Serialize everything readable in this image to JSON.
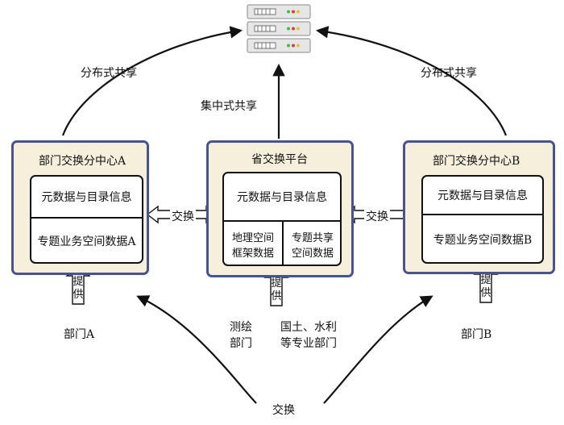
{
  "server": {
    "icon": "server-rack-icon"
  },
  "labels": {
    "distributed_left": "分布式共享",
    "distributed_right": "分布式共享",
    "centralized": "集中式共享",
    "exchange_left": "交换",
    "exchange_right": "交换",
    "exchange_bottom": "交换"
  },
  "center_a": {
    "title": "部门交换分中心A",
    "row1": "元数据与目录信息",
    "row2": "专题业务空间数据A",
    "provide_1": "提",
    "provide_2": "供",
    "source": "部门A"
  },
  "platform": {
    "title": "省交换平台",
    "row1": "元数据与目录信息",
    "cell_left_1": "地理空间",
    "cell_left_2": "框架数据",
    "cell_right_1": "专题共享",
    "cell_right_2": "空间数据",
    "provide_1": "提",
    "provide_2": "供",
    "source_left_1": "测绘",
    "source_left_2": "部门",
    "source_right_1": "国土、水利",
    "source_right_2": "等专业部门"
  },
  "center_b": {
    "title": "部门交换分中心B",
    "row1": "元数据与目录信息",
    "row2": "专题业务空间数据B",
    "provide_1": "提",
    "provide_2": "供",
    "source": "部门B"
  },
  "colors": {
    "panel_fill": "#f6efdc",
    "panel_border": "#49538f"
  }
}
